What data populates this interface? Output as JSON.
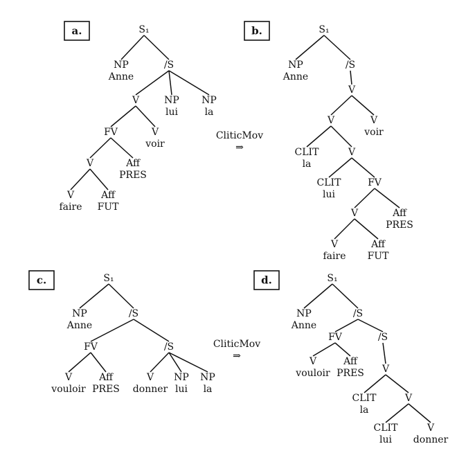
{
  "panels": [
    {
      "id": "a",
      "label": "a.",
      "nodes": [
        {
          "id": "a-s1",
          "cat": "S₁"
        },
        {
          "id": "a-np1",
          "cat": "NP",
          "word": "Anne"
        },
        {
          "id": "a-sbar",
          "cat": "/S"
        },
        {
          "id": "a-v",
          "cat": "V"
        },
        {
          "id": "a-np2",
          "cat": "NP",
          "word": "lui"
        },
        {
          "id": "a-np3",
          "cat": "NP",
          "word": "la"
        },
        {
          "id": "a-fv",
          "cat": "FV"
        },
        {
          "id": "a-vvoir",
          "cat": "V",
          "word": "voir"
        },
        {
          "id": "a-v2",
          "cat": "V"
        },
        {
          "id": "a-affpres",
          "cat": "Aff",
          "word": "PRES"
        },
        {
          "id": "a-vfaire",
          "cat": "V",
          "word": "faire"
        },
        {
          "id": "a-afffut",
          "cat": "Aff",
          "word": "FUT"
        }
      ]
    },
    {
      "id": "b",
      "label": "b.",
      "nodes": [
        {
          "id": "b-s1",
          "cat": "S₁"
        },
        {
          "id": "b-np1",
          "cat": "NP",
          "word": "Anne"
        },
        {
          "id": "b-sbar",
          "cat": "/S"
        },
        {
          "id": "b-v1",
          "cat": "V"
        },
        {
          "id": "b-v2",
          "cat": "V"
        },
        {
          "id": "b-vvoir",
          "cat": "V",
          "word": "voir"
        },
        {
          "id": "b-clit1",
          "cat": "CLIT",
          "word": "la"
        },
        {
          "id": "b-v3",
          "cat": "V"
        },
        {
          "id": "b-clit2",
          "cat": "CLIT",
          "word": "lui"
        },
        {
          "id": "b-fv",
          "cat": "FV"
        },
        {
          "id": "b-v4",
          "cat": "V"
        },
        {
          "id": "b-affpres",
          "cat": "Aff",
          "word": "PRES"
        },
        {
          "id": "b-vfaire",
          "cat": "V",
          "word": "faire"
        },
        {
          "id": "b-afffut",
          "cat": "Aff",
          "word": "FUT"
        }
      ]
    },
    {
      "id": "c",
      "label": "c.",
      "nodes": [
        {
          "id": "c-s1",
          "cat": "S₁"
        },
        {
          "id": "c-np1",
          "cat": "NP",
          "word": "Anne"
        },
        {
          "id": "c-sbar",
          "cat": "/S"
        },
        {
          "id": "c-fv",
          "cat": "FV"
        },
        {
          "id": "c-sbar2",
          "cat": "/S"
        },
        {
          "id": "c-vvouloir",
          "cat": "V",
          "word": "vouloir"
        },
        {
          "id": "c-affpres",
          "cat": "Aff",
          "word": "PRES"
        },
        {
          "id": "c-vdonner",
          "cat": "V",
          "word": "donner"
        },
        {
          "id": "c-np2",
          "cat": "NP",
          "word": "lui"
        },
        {
          "id": "c-np3",
          "cat": "NP",
          "word": "la"
        }
      ]
    },
    {
      "id": "d",
      "label": "d.",
      "nodes": [
        {
          "id": "d-s1",
          "cat": "S₁"
        },
        {
          "id": "d-np1",
          "cat": "NP",
          "word": "Anne"
        },
        {
          "id": "d-sbar",
          "cat": "/S"
        },
        {
          "id": "d-fv",
          "cat": "FV"
        },
        {
          "id": "d-sbar2",
          "cat": "/S"
        },
        {
          "id": "d-vvouloir",
          "cat": "V",
          "word": "vouloir"
        },
        {
          "id": "d-affpres",
          "cat": "Aff",
          "word": "PRES"
        },
        {
          "id": "d-v1",
          "cat": "V"
        },
        {
          "id": "d-clit1",
          "cat": "CLIT",
          "word": "la"
        },
        {
          "id": "d-v2",
          "cat": "V"
        },
        {
          "id": "d-clit2",
          "cat": "CLIT",
          "word": "lui"
        },
        {
          "id": "d-vdonner",
          "cat": "V",
          "word": "donner"
        }
      ]
    }
  ],
  "arrows": [
    {
      "id": "arrow-top",
      "label": "CliticMov",
      "symbol": "⇒"
    },
    {
      "id": "arrow-bottom",
      "label": "CliticMov",
      "symbol": "⇒"
    }
  ]
}
